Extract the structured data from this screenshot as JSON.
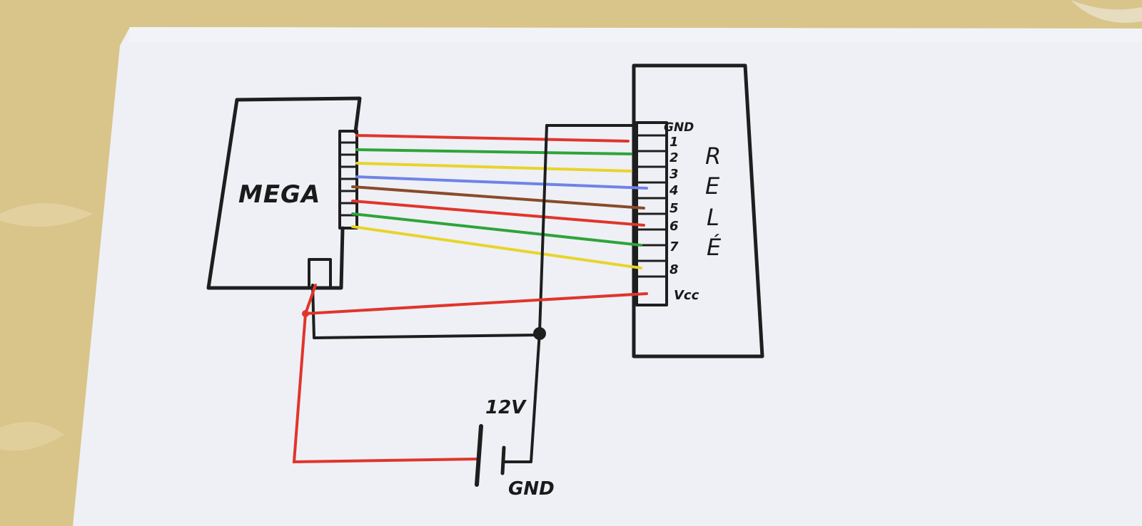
{
  "diagram": {
    "mega_label": "MEGA",
    "relay_label_letters": [
      "R",
      "E",
      "L",
      "É"
    ],
    "relay_pins": {
      "gnd": "GND",
      "channels": [
        "1",
        "2",
        "3",
        "4",
        "5",
        "6",
        "7",
        "8"
      ],
      "vcc": "Vcc"
    },
    "supply_voltage": "12V",
    "supply_gnd": "GND",
    "colors": {
      "paper": "#eef0f5",
      "tablecloth": "#d9c48a",
      "ink": "#1e1e1e",
      "power_wire": "#e0352b",
      "signal_wires": [
        "#e0352b",
        "#2ea43a",
        "#e8d42a",
        "#6f83e8",
        "#8a4a2a",
        "#e0352b",
        "#2ea43a",
        "#e8d42a"
      ]
    }
  }
}
